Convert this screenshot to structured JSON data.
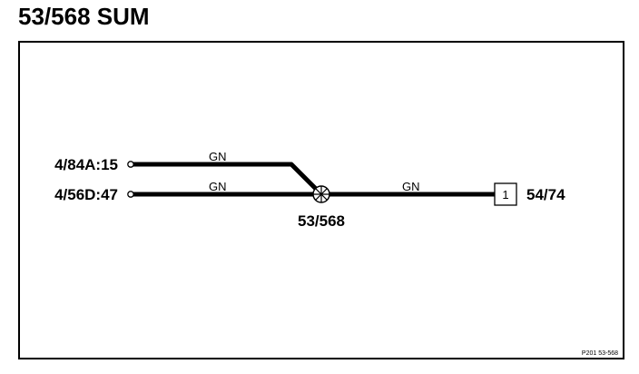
{
  "title": "53/568 SUM",
  "connectors": {
    "top_left": "4/84A:15",
    "bottom_left": "4/56D:47",
    "right": "54/74"
  },
  "splice": {
    "label": "53/568"
  },
  "wires": {
    "top_color": "GN",
    "bottom_color": "GN",
    "right_color": "GN"
  },
  "pin": {
    "number": "1"
  },
  "reference": "P201 53-568",
  "colors": {
    "line": "#000000",
    "background": "#ffffff"
  }
}
